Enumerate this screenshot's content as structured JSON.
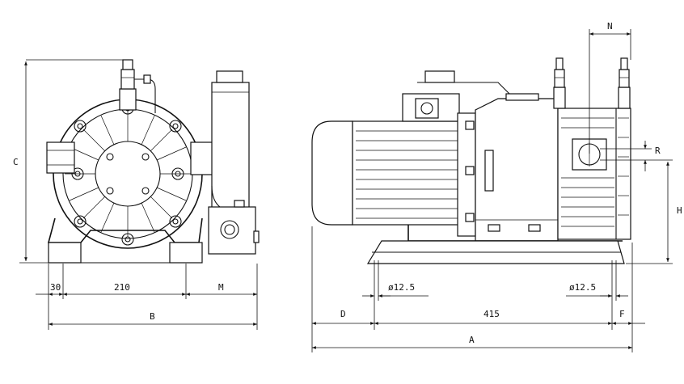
{
  "dimensions": {
    "C": "C",
    "d30": "30",
    "d210": "210",
    "M": "M",
    "B": "B",
    "N": "N",
    "R": "R",
    "H": "H",
    "phi_left": "ø12.5",
    "phi_right": "ø12.5",
    "D": "D",
    "d415": "415",
    "F": "F",
    "A": "A"
  },
  "colors": {
    "line": "#111111",
    "background": "#ffffff"
  }
}
